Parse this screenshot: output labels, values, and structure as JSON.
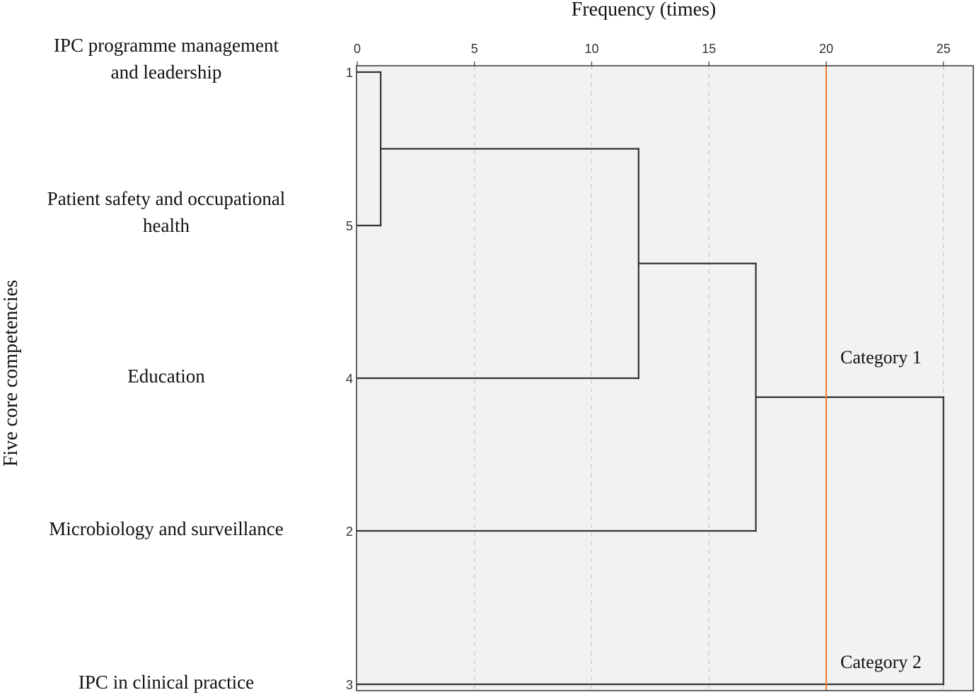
{
  "chart_data": {
    "type": "dendrogram",
    "title": "",
    "xlabel": "Frequency (times)",
    "ylabel": "Five core competencies",
    "xlim": [
      0,
      26
    ],
    "x_ticks": [
      "0",
      "5",
      "10",
      "15",
      "20",
      "25"
    ],
    "x_tick_values": [
      0,
      5,
      10,
      15,
      20,
      25
    ],
    "grid": "vertical dashed",
    "leaves": [
      {
        "id": "1",
        "label": "IPC programme management and leadership",
        "label_lines": [
          "IPC programme management",
          "and leadership"
        ]
      },
      {
        "id": "5",
        "label": "Patient safety and occupational health",
        "label_lines": [
          "Patient safety and occupational",
          "health"
        ]
      },
      {
        "id": "4",
        "label": "Education",
        "label_lines": [
          "Education"
        ]
      },
      {
        "id": "2",
        "label": "Microbiology and surveillance",
        "label_lines": [
          "Microbiology and surveillance"
        ]
      },
      {
        "id": "3",
        "label": "IPC in clinical practice",
        "label_lines": [
          "IPC in clinical practice"
        ]
      }
    ],
    "merges": [
      {
        "children": [
          "1",
          "5"
        ],
        "height": 1
      },
      {
        "children": [
          "1+5",
          "4"
        ],
        "height": 12
      },
      {
        "children": [
          "1+5+4",
          "2"
        ],
        "height": 17
      },
      {
        "children": [
          "1+5+4+2",
          "3"
        ],
        "height": 25
      }
    ],
    "cut_line": {
      "value": 20,
      "color": "#f07d2f"
    },
    "annotations": [
      "Category 1",
      "Category 2"
    ]
  },
  "colors": {
    "lines": "#333333",
    "plot_bg": "#f2f2f2",
    "grid": "#c8c8c8",
    "cut": "#f07d2f"
  }
}
